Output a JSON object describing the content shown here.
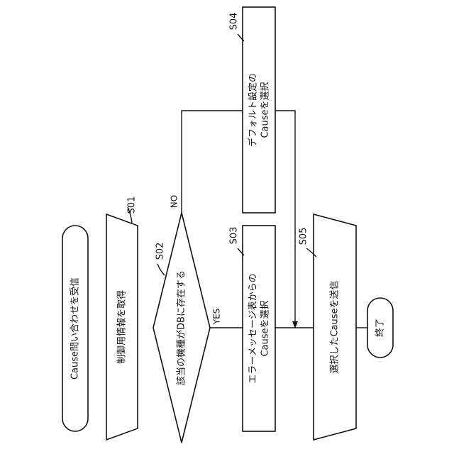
{
  "nodes": {
    "start": {
      "text": "Cause問い合わせを受信"
    },
    "s01": {
      "label": "S01",
      "text": "制御用情報を取得"
    },
    "s02": {
      "label": "S02",
      "text": "該当の機種がDBに存在する"
    },
    "s03": {
      "label": "S03",
      "line1": "エラーメッセージ表からの",
      "line2": "Causeを選択"
    },
    "s04": {
      "label": "S04",
      "line1": "デフォルト設定の",
      "line2": "Causeを選択"
    },
    "s05": {
      "label": "S05",
      "text": "選択したCauseを送信"
    },
    "end": {
      "text": "終了"
    }
  },
  "branches": {
    "yes": "YES",
    "no": "NO"
  }
}
